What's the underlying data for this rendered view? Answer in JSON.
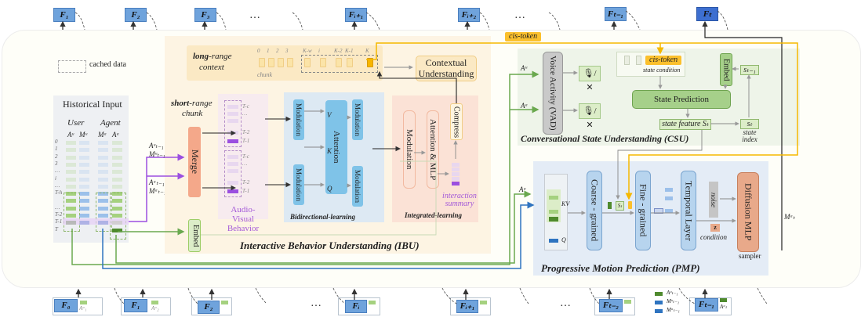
{
  "top_frames": [
    {
      "label": "F₁",
      "emphasis": false
    },
    {
      "label": "F₂",
      "emphasis": false
    },
    {
      "label": "F₃",
      "emphasis": false
    },
    {
      "label": "Fᵢ₊₁",
      "emphasis": false
    },
    {
      "label": "Fᵢ₊₂",
      "emphasis": false
    },
    {
      "label": "Fₜ₋₁",
      "emphasis": false
    },
    {
      "label": "Fₜ",
      "emphasis": true
    }
  ],
  "ellipsis": "…",
  "legend": {
    "cached_data": "cached data"
  },
  "historical_input": {
    "title": "Historical Input",
    "groups": [
      "User",
      "Agent"
    ],
    "columns": [
      "Aᵘ",
      "Mᵘ",
      "Mᵃ",
      "Aᵃ"
    ],
    "rows": [
      "0",
      "1",
      "2",
      "3",
      "…",
      "i",
      "…",
      "T-h",
      "",
      "…",
      "T-2",
      "T-1",
      "T"
    ]
  },
  "side_labels": {
    "a_u_prev": "Aᵘₜ₋₁",
    "m_u_prev": "Mᵘₜ₋₁",
    "a_a_prev": "Aᵃₜ₋₁",
    "m_a_prev": "Mᵃₜ₋₁"
  },
  "ibu": {
    "title": "Interactive Behavior Understanding (IBU)",
    "long_range": {
      "bold": "long",
      "rest": "-range",
      "line2": "context",
      "chunk_label": "chunk",
      "indices": [
        "0",
        "1",
        "2",
        "3",
        "K-w",
        "i",
        "K-2",
        "K-1",
        "K"
      ]
    },
    "contextual": "Contextual Understanding",
    "short_range": {
      "bold": "short",
      "rest": "-range",
      "line2": "chunk",
      "indices": [
        "T-c",
        "…",
        "T-2",
        "T-1"
      ]
    },
    "merge": "Merge",
    "embed": "Embed",
    "audio_visual": "Audio-Visual Behavior",
    "bidirectional": {
      "title": "Bidirectional-learning",
      "modulation": "Modulation",
      "attention": "Attention",
      "v": "V",
      "k": "K",
      "q": "Q"
    },
    "integrated": {
      "title": "Integrated-learning",
      "modulation": "Modulation",
      "attn_mlp": "Attention & MLP",
      "compress": "Compress",
      "summary": "interaction summary"
    }
  },
  "cis_token": "cis-token",
  "csu": {
    "title": "Conversational State Understanding (CSU)",
    "input_user": "Aᵘ",
    "input_agent": "Aᵃ",
    "vad": "Voice Activity (VAD)",
    "mic_icon": "🎙/✕",
    "state_condition": "state condition",
    "state_prediction": "State Prediction",
    "embed": "Embed",
    "s_prev": "sₜ₋₁",
    "state_feature": "state feature Sₜ",
    "s_t": "sₜ",
    "state_index": "state index"
  },
  "pmp": {
    "title": "Progressive Motion Prediction (PMP)",
    "input_agent": "Aᵃ",
    "kv": "KV",
    "q": "Q",
    "coarse": "Coarse - grained",
    "s_t": "Sₜ",
    "fine": "Fine - grained",
    "temporal": "Temporal Layer",
    "noise": "noise",
    "z": "z",
    "condition": "condition",
    "diffusion": "Diffusion MLP",
    "sampler": "sampler",
    "output": "Mᵃₜ"
  },
  "bottom_frames": [
    {
      "label": "F₀",
      "aux": "Aᵃ₁"
    },
    {
      "label": "F₁",
      "aux": "Aᵃ₂"
    },
    {
      "label": "F₂",
      "aux": ""
    },
    {
      "label": "Fᵢ",
      "aux": ""
    },
    {
      "label": "Fᵢ₊₁",
      "aux": ""
    },
    {
      "label": "Fₜ₋₂",
      "aux": ""
    },
    {
      "label": "Fₜ₋₁",
      "aux": "Aᵃₜ"
    }
  ],
  "bottom_legend": [
    "Aᵘₜ₋₁",
    "Mᵘₜ₋₁",
    "Mᵃₜ₋₁"
  ],
  "colors": {
    "user_audio": "#4f8a2e",
    "agent_audio": "#a5d17f",
    "motion": "#2f74c0",
    "cis_token": "#fbc02d",
    "purple": "#9b4fe0"
  }
}
